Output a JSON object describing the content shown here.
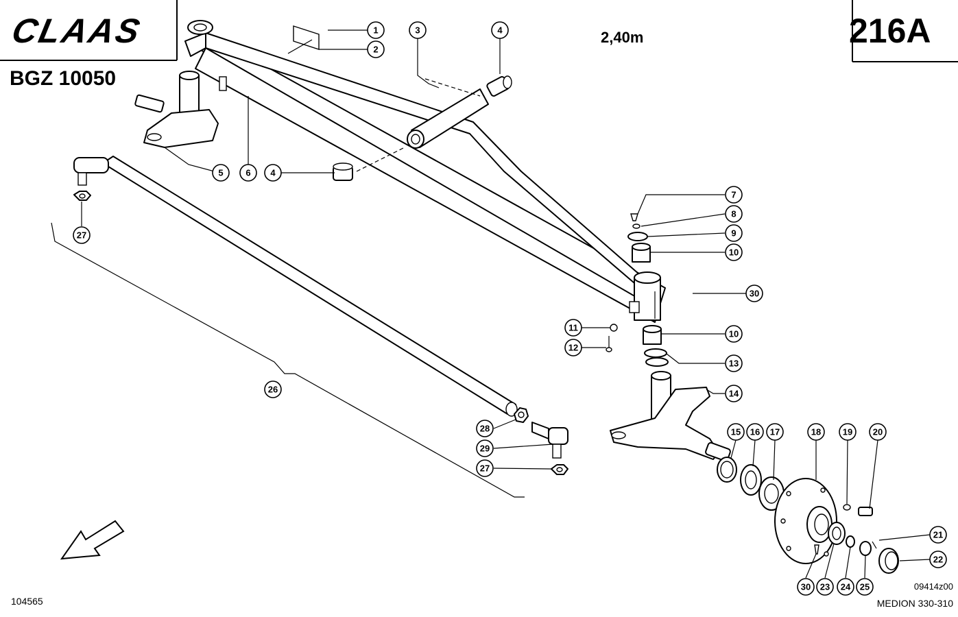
{
  "header": {
    "logo": "CLAAS",
    "model_code": "BGZ 10050",
    "width_label": "2,40m",
    "page_number": "216A"
  },
  "footer": {
    "doc_number": "104565",
    "drawing_ref": "09414z00",
    "product": "MEDION 330-310"
  },
  "callouts": {
    "c1": "1",
    "c2": "2",
    "c3": "3",
    "c4a": "4",
    "c4b": "4",
    "c5": "5",
    "c6": "6",
    "c7": "7",
    "c8": "8",
    "c9": "9",
    "c10a": "10",
    "c10b": "10",
    "c11": "11",
    "c12": "12",
    "c13": "13",
    "c14": "14",
    "c15": "15",
    "c16": "16",
    "c17": "17",
    "c18": "18",
    "c19": "19",
    "c20": "20",
    "c21": "21",
    "c22": "22",
    "c23": "23",
    "c24": "24",
    "c25": "25",
    "c26": "26",
    "c27a": "27",
    "c27b": "27",
    "c28": "28",
    "c29": "29",
    "c30a": "30",
    "c30b": "30"
  },
  "icons": {
    "direction": "arrow-icon"
  }
}
